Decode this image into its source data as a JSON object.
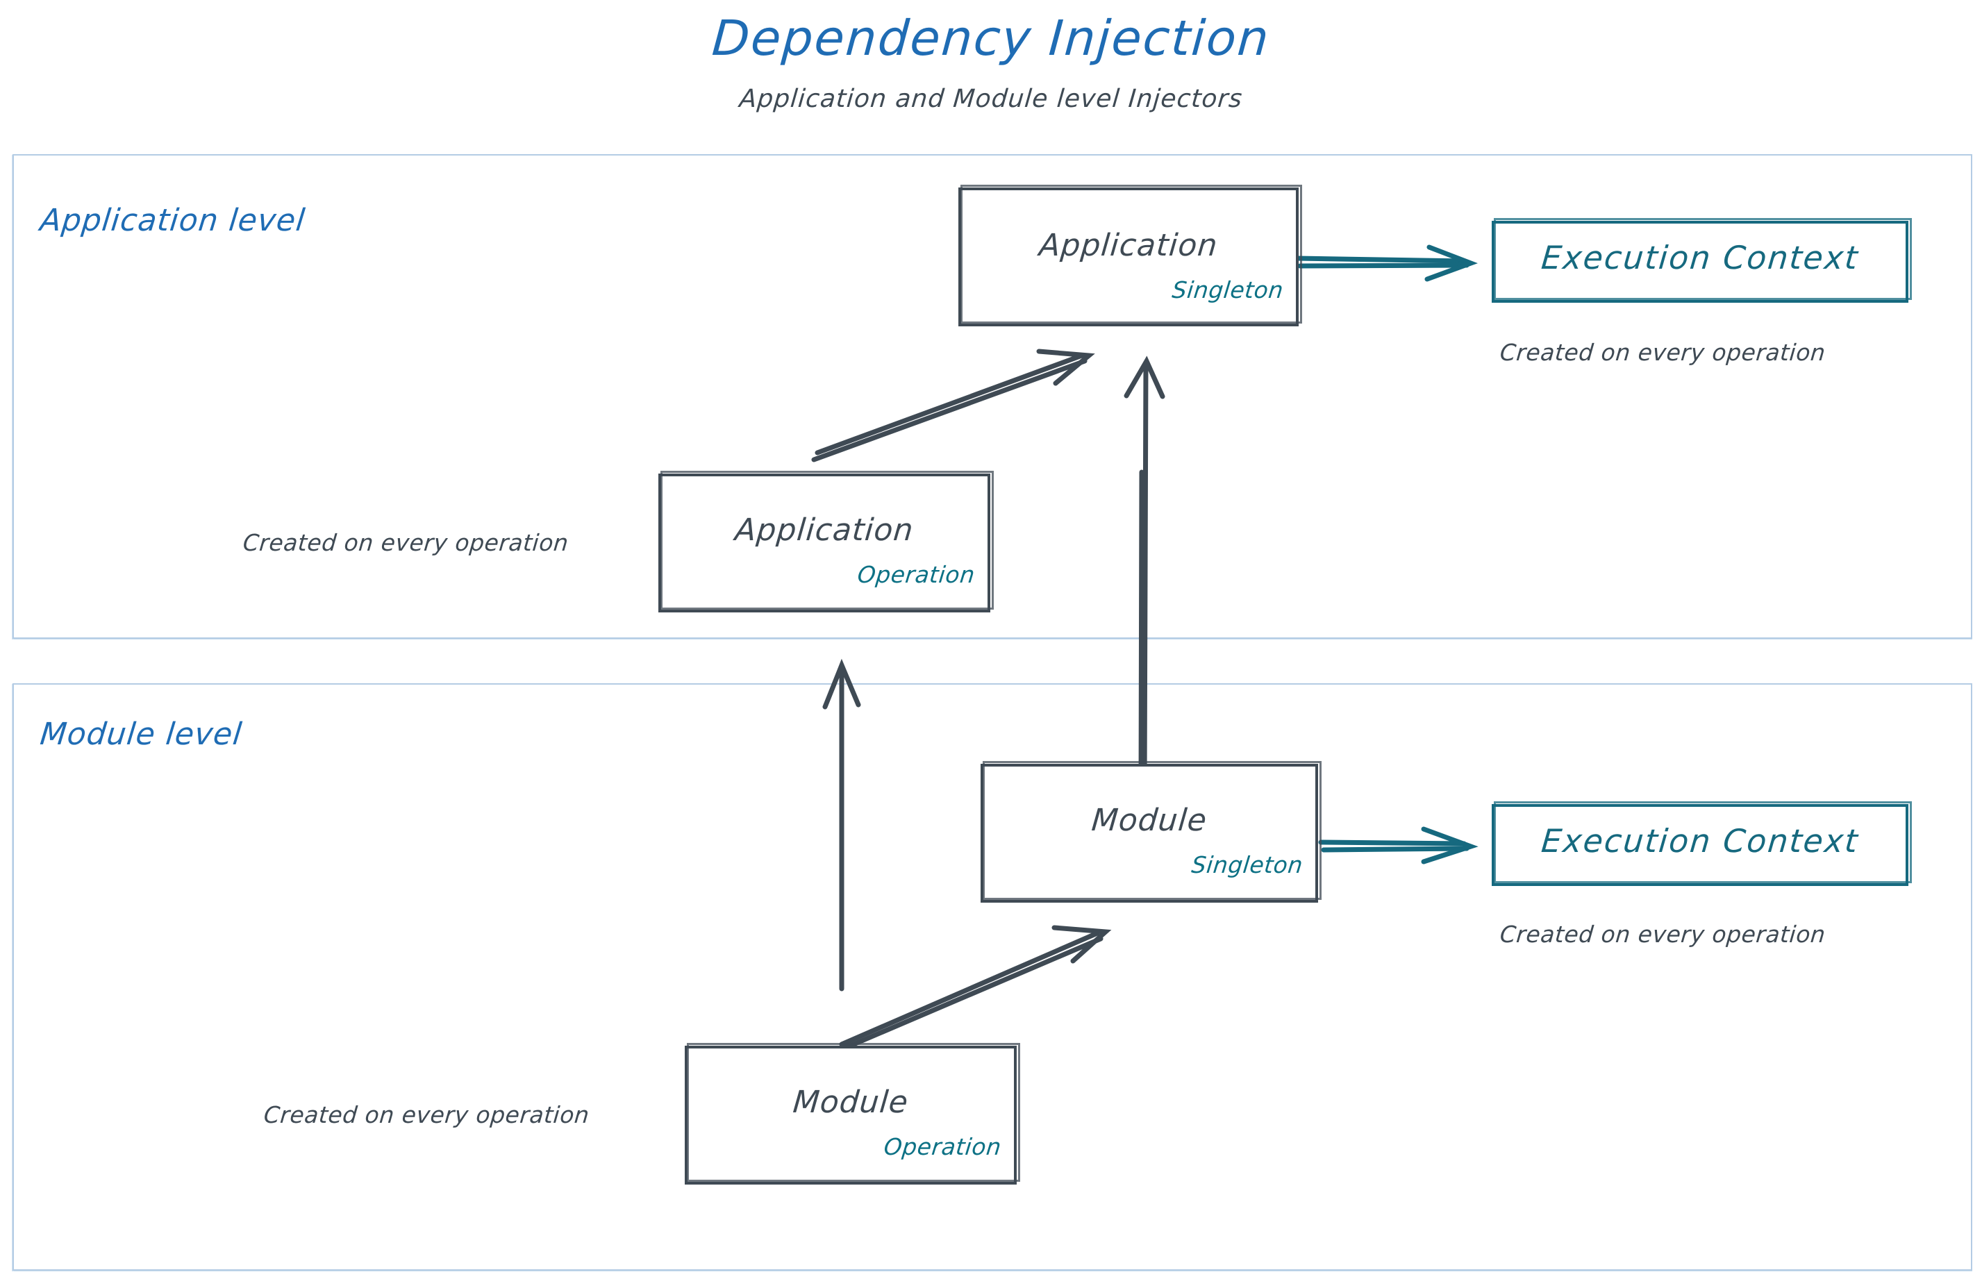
{
  "header": {
    "title": "Dependency Injection",
    "subtitle": "Application and Module level Injectors"
  },
  "colors": {
    "title_blue": "#1f6cb4",
    "panel_border": "#b4cce4",
    "node_stroke": "#3f4a54",
    "teal": "#16697f",
    "accent_teal_text": "#0d7185",
    "background": "#ffffff"
  },
  "panels": [
    {
      "id": "application-level",
      "label": "Application level",
      "nodes": [
        {
          "id": "application-singleton",
          "title": "Application",
          "scope": "Singleton",
          "style": "dark"
        },
        {
          "id": "application-execution-context",
          "title": "Execution Context",
          "scope": "",
          "style": "teal"
        },
        {
          "id": "application-operation",
          "title": "Application",
          "scope": "Operation",
          "style": "dark"
        }
      ],
      "captions": [
        {
          "id": "caption-app-exec-context",
          "text": "Created on every operation"
        },
        {
          "id": "caption-app-operation",
          "text": "Created on every operation"
        }
      ]
    },
    {
      "id": "module-level",
      "label": "Module level",
      "nodes": [
        {
          "id": "module-singleton",
          "title": "Module",
          "scope": "Singleton",
          "style": "dark"
        },
        {
          "id": "module-execution-context",
          "title": "Execution Context",
          "scope": "",
          "style": "teal"
        },
        {
          "id": "module-operation",
          "title": "Module",
          "scope": "Operation",
          "style": "dark"
        }
      ],
      "captions": [
        {
          "id": "caption-module-exec-context",
          "text": "Created on every operation"
        },
        {
          "id": "caption-module-operation",
          "text": "Created on every operation"
        }
      ]
    }
  ],
  "connections": [
    {
      "id": "app-singleton-to-exec-context",
      "from": "application-singleton",
      "to": "application-execution-context",
      "color": "#16697f"
    },
    {
      "id": "app-operation-to-app-singleton",
      "from": "application-operation",
      "to": "application-singleton",
      "color": "#3f4a54"
    },
    {
      "id": "module-singleton-to-app-singleton",
      "from": "module-singleton",
      "to": "application-singleton",
      "color": "#3f4a54"
    },
    {
      "id": "module-operation-to-app-operation",
      "from": "module-operation",
      "to": "application-operation",
      "color": "#3f4a54"
    },
    {
      "id": "module-operation-to-module-singleton",
      "from": "module-operation",
      "to": "module-singleton",
      "color": "#3f4a54"
    },
    {
      "id": "module-singleton-to-exec-context",
      "from": "module-singleton",
      "to": "module-execution-context",
      "color": "#16697f"
    }
  ]
}
